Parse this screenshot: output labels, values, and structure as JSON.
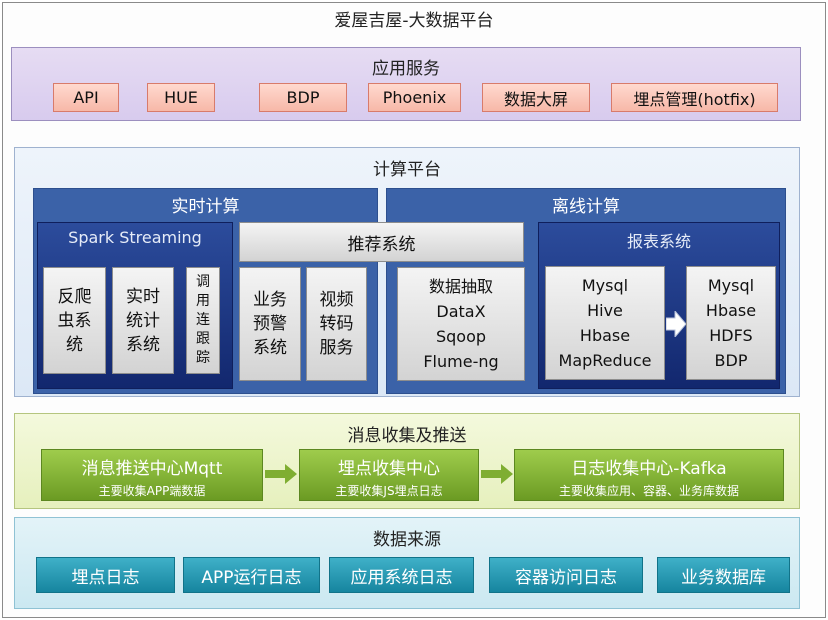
{
  "title": "爱屋吉屋-大数据平台",
  "app_services": {
    "title": "应用服务",
    "items": [
      "API",
      "HUE",
      "BDP",
      "Phoenix",
      "数据大屏",
      "埋点管理(hotfix)"
    ]
  },
  "compute": {
    "title": "计算平台",
    "realtime": {
      "title": "实时计算",
      "spark": {
        "title": "Spark Streaming",
        "items": [
          [
            "反爬",
            "虫系",
            "统"
          ],
          [
            "实时",
            "统计",
            "系统"
          ],
          [
            "调",
            "用",
            "连",
            "跟",
            "踪"
          ]
        ]
      }
    },
    "recommend": {
      "title": "推荐系统",
      "items": [
        [
          "业务",
          "预警",
          "系统"
        ],
        [
          "视频",
          "转码",
          "服务"
        ]
      ]
    },
    "offline": {
      "title": "离线计算",
      "extract": [
        "数据抽取",
        "DataX",
        "Sqoop",
        "Flume-ng"
      ],
      "report": {
        "title": "报表系统",
        "left": [
          "Mysql",
          "Hive",
          "Hbase",
          "MapReduce"
        ],
        "right": [
          "Mysql",
          "Hbase",
          "HDFS",
          "BDP"
        ]
      }
    }
  },
  "messaging": {
    "title": "消息收集及推送",
    "items": [
      {
        "main": "消息推送中心Mqtt",
        "sub": "主要收集APP端数据"
      },
      {
        "main": "埋点收集中心",
        "sub": "主要收集JS埋点日志"
      },
      {
        "main": "日志收集中心-Kafka",
        "sub": "主要收集应用、容器、业务库数据"
      }
    ]
  },
  "sources": {
    "title": "数据来源",
    "items": [
      "埋点日志",
      "APP运行日志",
      "应用系统日志",
      "容器访问日志",
      "业务数据库"
    ]
  },
  "colors": {
    "app_bg": "#e0d5f1",
    "app_btn": "#f9c3b5",
    "compute_bg": "#e6eef8",
    "panel_blue": "#3b62a8",
    "dark_navy": "#1b3480",
    "grey_box": "#e3e3e3",
    "msg_bg": "#edf5cc",
    "green": "#86b53a",
    "src_bg": "#d7edf4",
    "teal": "#2a9cb6"
  }
}
